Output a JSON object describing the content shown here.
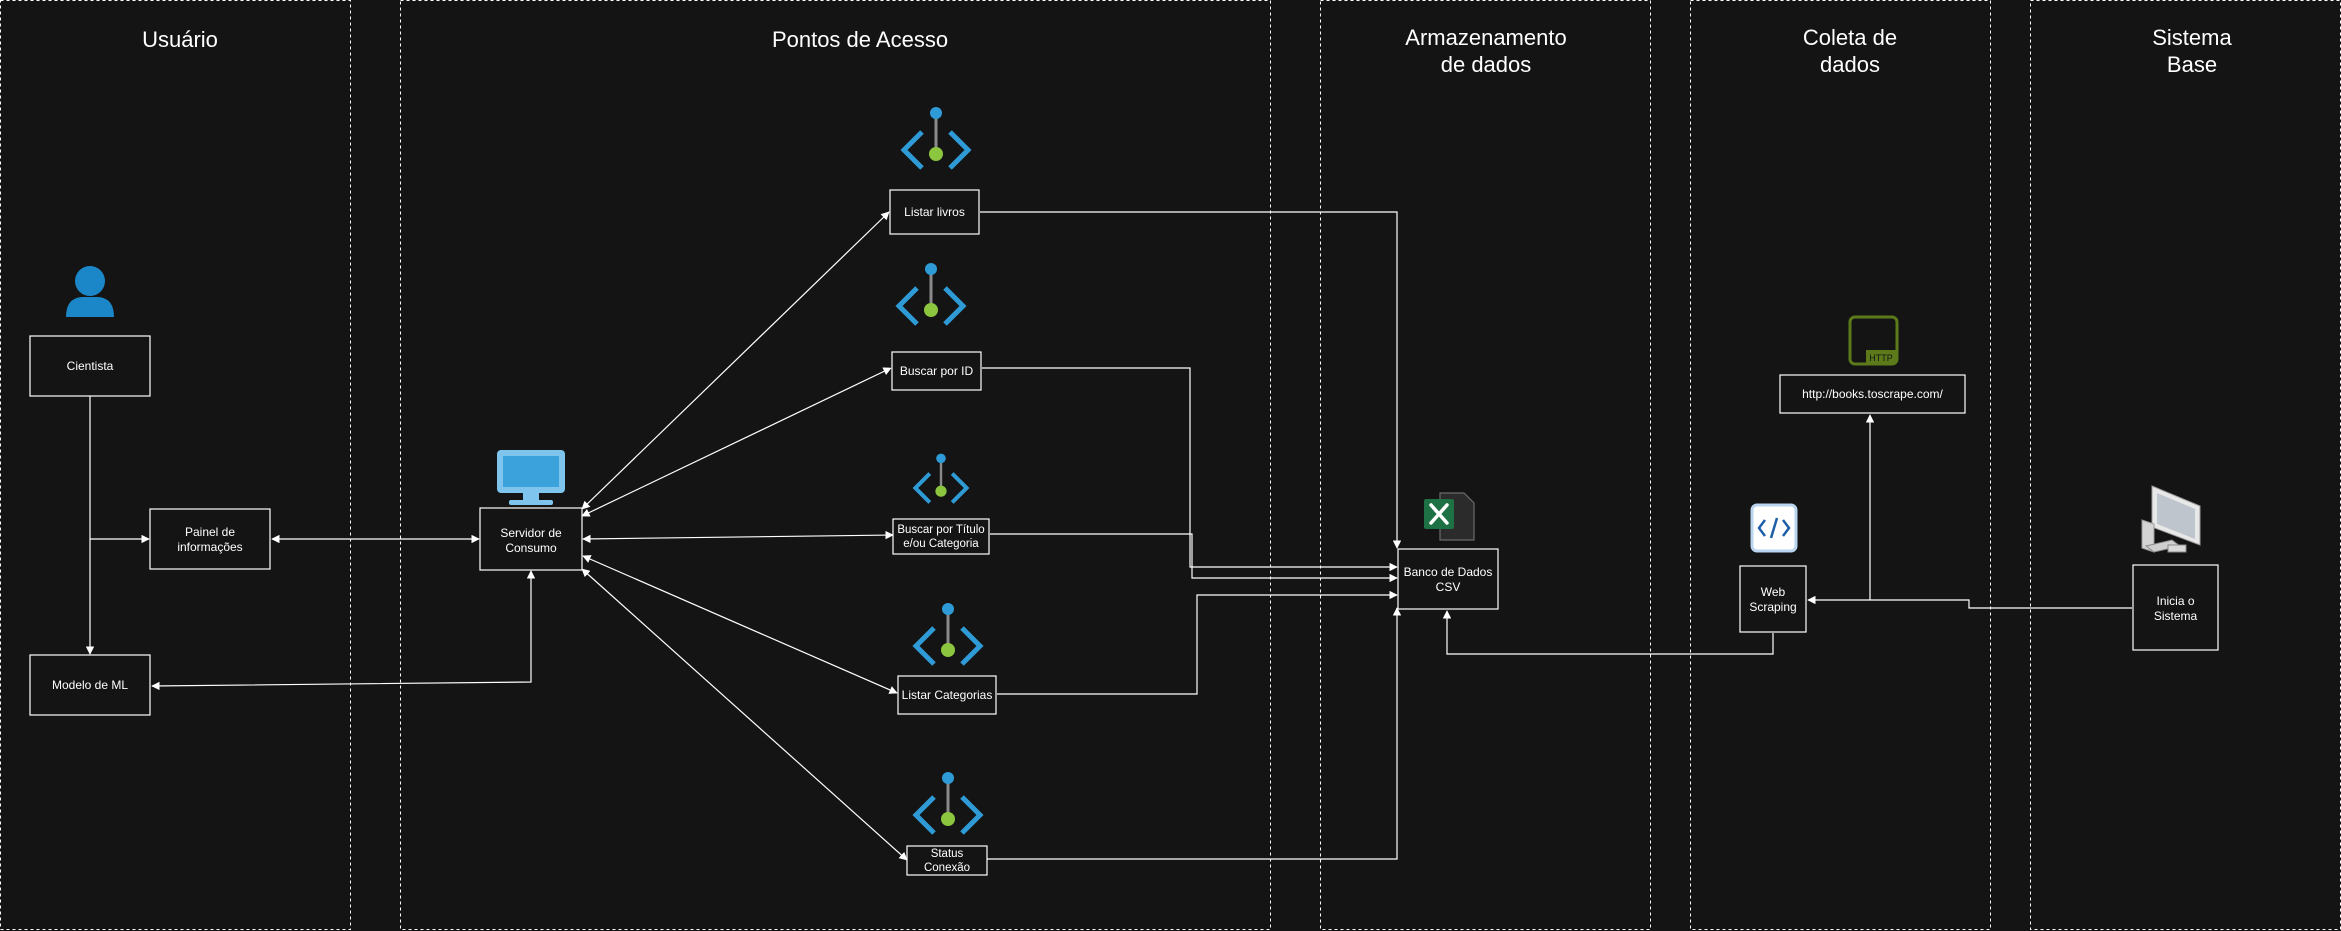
{
  "lanes": {
    "usuario": "Usuário",
    "pontos": "Pontos de Acesso",
    "armazenamento_1": "Armazenamento",
    "armazenamento_2": "de dados",
    "coleta_1": "Coleta de",
    "coleta_2": "dados",
    "sistema_1": "Sistema",
    "sistema_2": "Base"
  },
  "nodes": {
    "cientista": "Cientista",
    "painel_1": "Painel de",
    "painel_2": "informações",
    "modelo_ml": "Modelo de ML",
    "servidor_1": "Servidor de",
    "servidor_2": "Consumo",
    "listar_livros": "Listar livros",
    "buscar_id": "Buscar por ID",
    "buscar_titulo_1": "Buscar por Título",
    "buscar_titulo_2": "e/ou Categoria",
    "listar_categorias": "Listar Categorias",
    "status_1": "Status",
    "status_2": "Conexão",
    "banco_1": "Banco de Dados",
    "banco_2": "CSV",
    "url": "http://books.toscrape.com/",
    "web_1": "Web",
    "web_2": "Scraping",
    "inicia_1": "Inicia o",
    "inicia_2": "Sistema"
  },
  "icons": {
    "user": "user-icon",
    "monitor": "monitor-icon",
    "api": "api-endpoint-icon",
    "excel": "excel-icon",
    "http": "http-icon",
    "code": "code-file-icon",
    "computer": "desktop-computer-icon",
    "http_text": "HTTP"
  },
  "colors": {
    "background": "#141414",
    "user_blue": "#1b87c9",
    "api_blue": "#2f9bd6",
    "api_green": "#8cc63f",
    "excel_green": "#1e7145",
    "http_green": "#5c7a1a"
  }
}
